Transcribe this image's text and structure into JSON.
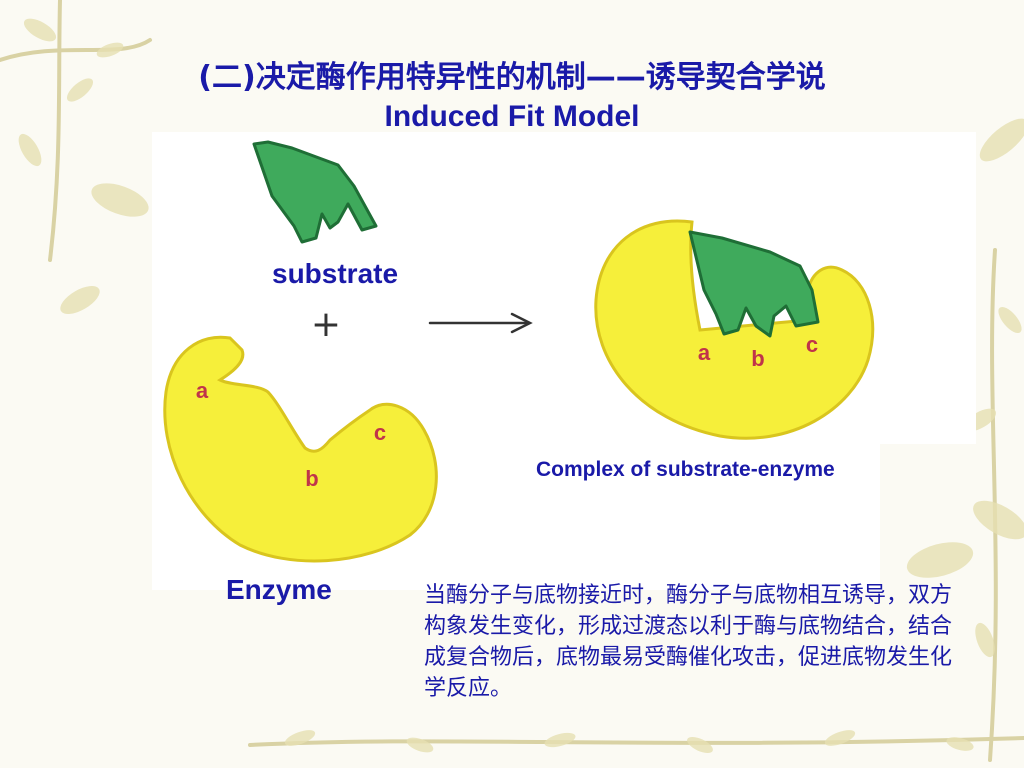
{
  "title": {
    "chinese": "(二)决定酶作用特异性的机制——诱导契合学说",
    "english": "Induced Fit Model"
  },
  "diagram": {
    "substrate_label": "substrate",
    "plus_sign": "+",
    "enzyme_label": "Enzyme",
    "complex_label": "Complex of substrate-enzyme",
    "site_a": "a",
    "site_b": "b",
    "site_c": "c",
    "colors": {
      "enzyme_fill": "#f6ef3a",
      "enzyme_stroke": "#d9c51e",
      "substrate_fill": "#3faa5c",
      "substrate_stroke": "#1f6e36",
      "site_label": "#c0344a",
      "text": "#1a1aa8"
    }
  },
  "description": "当酶分子与底物接近时，酶分子与底物相互诱导，双方构象发生变化，形成过渡态以利于酶与底物结合，结合成复合物后，底物最易受酶催化攻击，促进底物发生化学反应。"
}
